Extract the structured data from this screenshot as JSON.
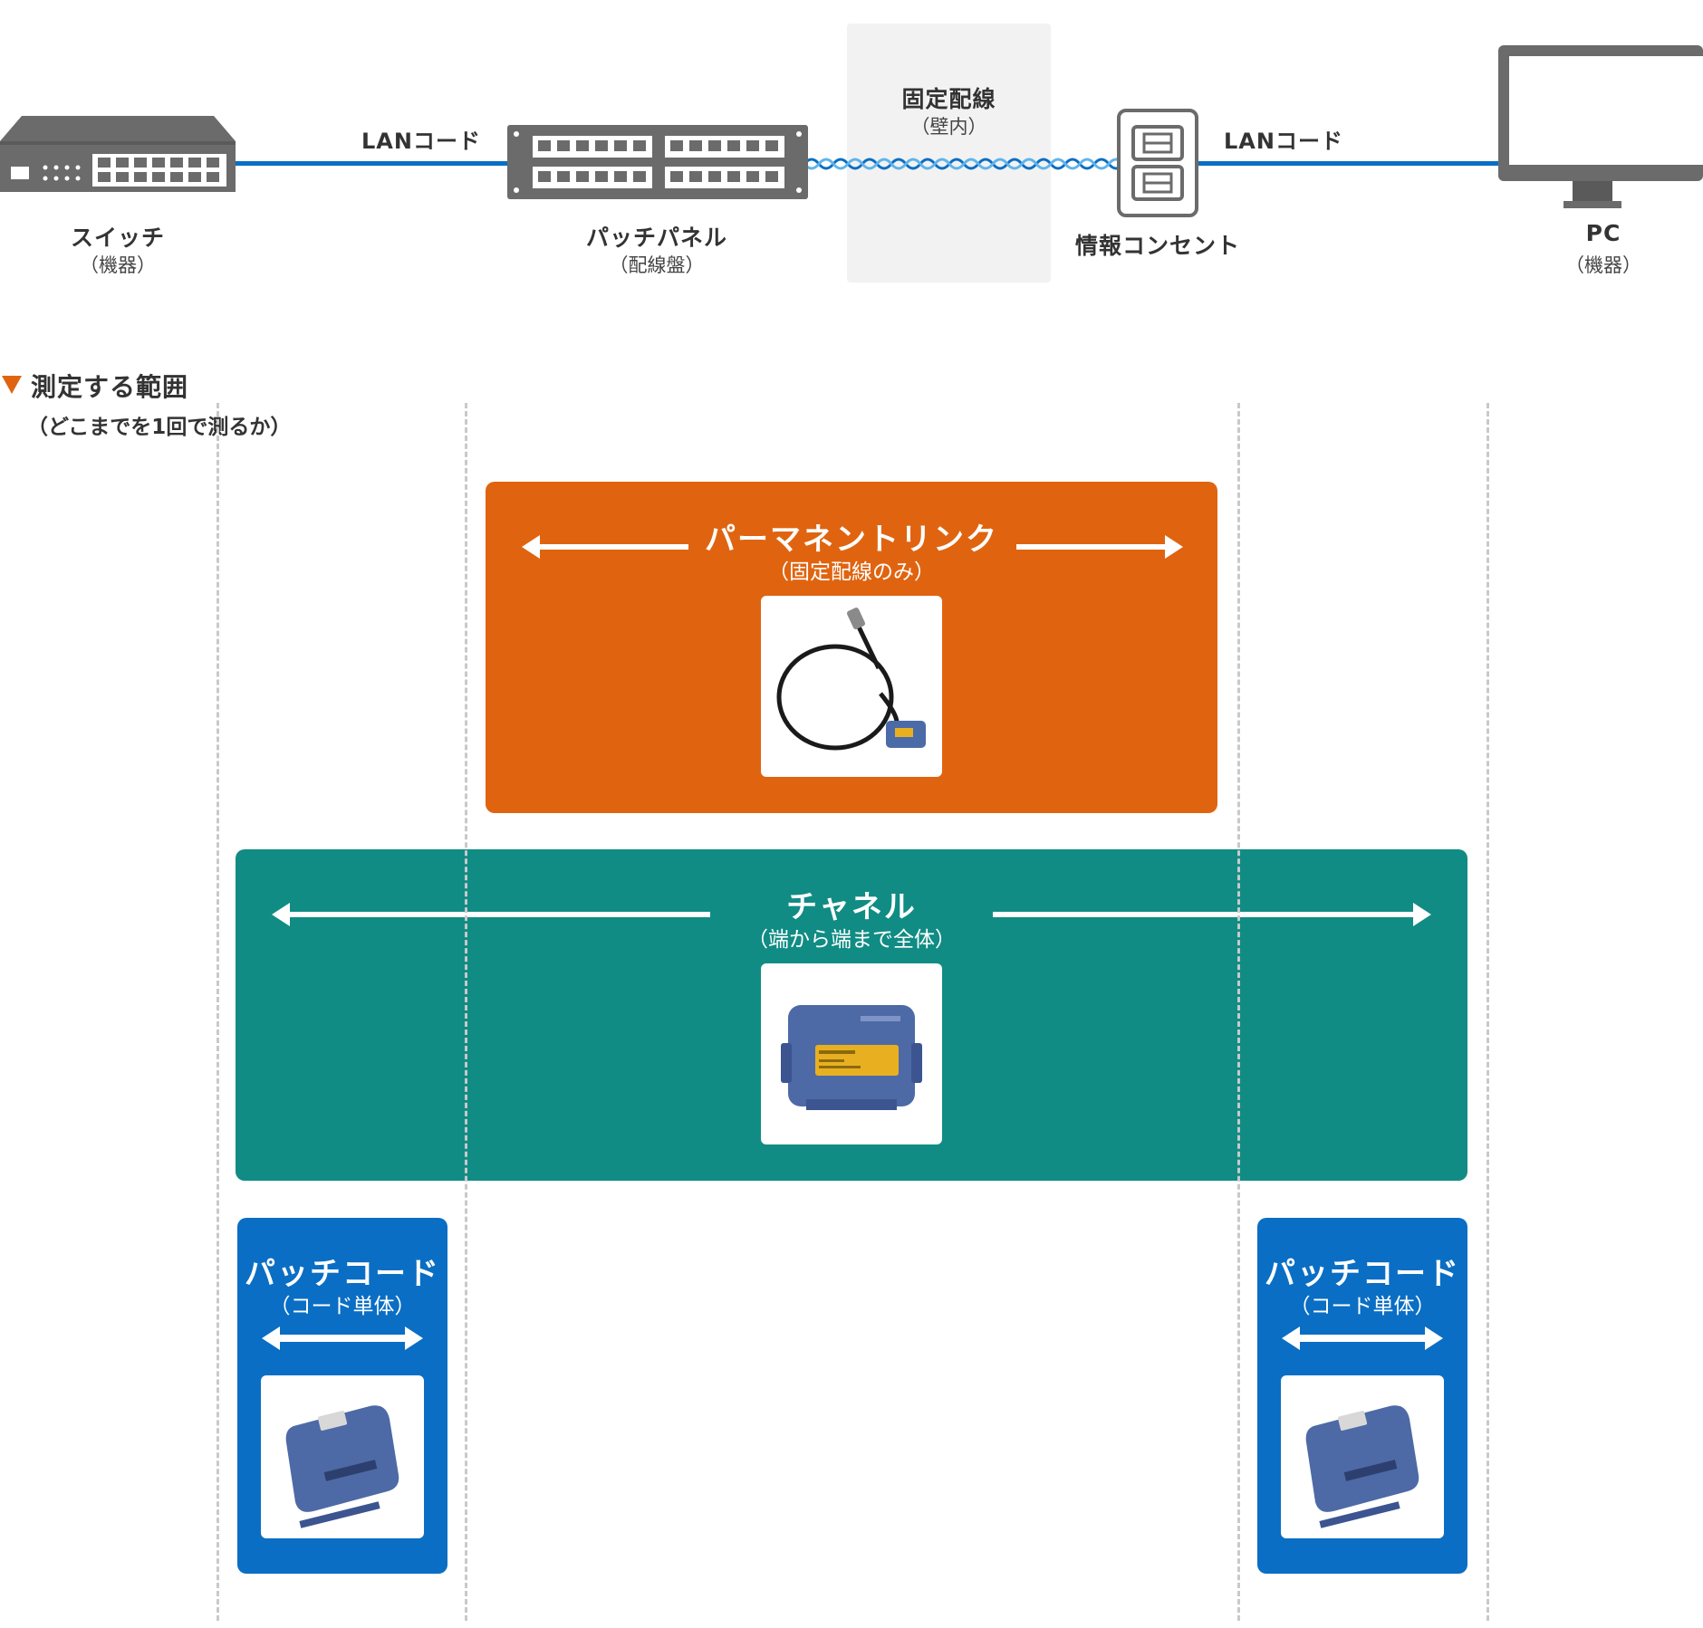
{
  "topology": {
    "switch_label": "スイッチ",
    "switch_sub": "（機器）",
    "lan_cord_1": "LANコード",
    "patch_panel_label": "パッチパネル",
    "patch_panel_sub": "（配線盤）",
    "fixed_wiring_label": "固定配線",
    "fixed_wiring_sub": "（壁内）",
    "outlet_label": "情報コンセント",
    "lan_cord_2": "LANコード",
    "pc_label": "PC",
    "pc_sub": "（機器）"
  },
  "scope": {
    "title": "測定する範囲",
    "subtitle": "（どこまでを1回で測るか）"
  },
  "permanent_link": {
    "title": "パーマネントリンク",
    "subtitle": "（固定配線のみ）",
    "color": "#e06410"
  },
  "channel": {
    "title": "チャネル",
    "subtitle": "（端から端まで全体）",
    "color": "#108c84"
  },
  "patch_cord_left": {
    "title": "パッチコード",
    "subtitle": "（コード単体）",
    "color": "#0a6ec4"
  },
  "patch_cord_right": {
    "title": "パッチコード",
    "subtitle": "（コード単体）",
    "color": "#0a6ec4"
  },
  "colors": {
    "cable": "#0a6ec4",
    "device_gray": "#6b6b6b",
    "marker": "#e06410"
  }
}
